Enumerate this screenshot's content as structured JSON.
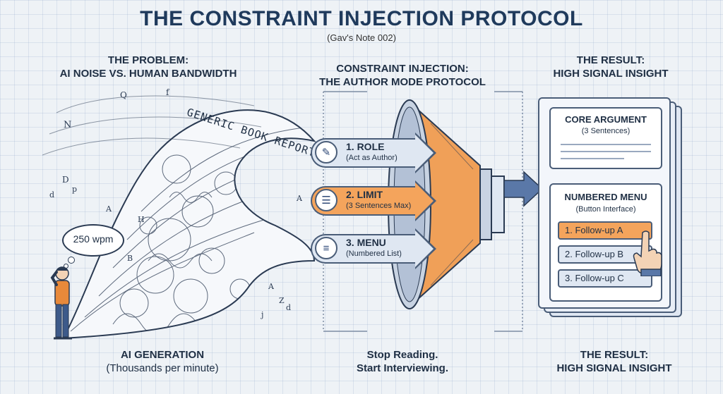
{
  "title": "THE CONSTRAINT INJECTION PROTOCOL",
  "subtitle": "(Gav's Note 002)",
  "problem": {
    "header_line1": "THE PROBLEM:",
    "header_line2": "AI NOISE VS. HUMAN BANDWIDTH",
    "wave_label": "GENERIC BOOK REPORT",
    "speech_bubble": "250 wpm",
    "footer_line1": "AI GENERATION",
    "footer_line2": "(Thousands per minute)"
  },
  "injection": {
    "header_line1": "CONSTRAINT INJECTION:",
    "header_line2": "THE AUTHOR MODE PROTOCOL",
    "steps": [
      {
        "label": "1. ROLE",
        "sub": "(Act as Author)",
        "icon": "user-edit-icon"
      },
      {
        "label": "2. LIMIT",
        "sub": "(3 Sentences Max)",
        "icon": "clipboard-icon"
      },
      {
        "label": "3. MENU",
        "sub": "(Numbered List)",
        "icon": "list-icon"
      }
    ],
    "footer_line1": "Stop Reading.",
    "footer_line2": "Start Interviewing."
  },
  "result": {
    "header_line1": "THE RESULT:",
    "header_line2": "HIGH SIGNAL INSIGHT",
    "core_title": "CORE ARGUMENT",
    "core_sub": "(3 Sentences)",
    "menu_title": "NUMBERED MENU",
    "menu_sub": "(Button Interface)",
    "buttons": [
      "1. Follow-up A",
      "2. Follow-up B",
      "3. Follow-up C"
    ],
    "footer_line1": "THE RESULT:",
    "footer_line2": "HIGH SIGNAL INSIGHT"
  },
  "colors": {
    "accent": "#f4a45c",
    "ink": "#1f2f44",
    "panel": "#dfe7f2"
  }
}
